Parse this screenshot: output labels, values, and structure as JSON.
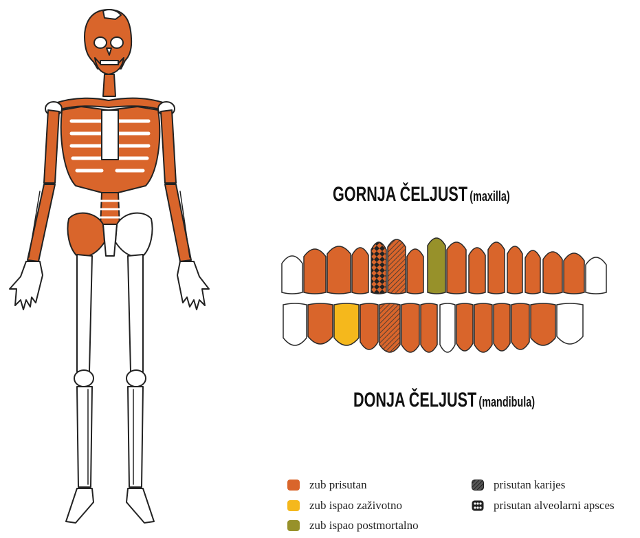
{
  "upper_jaw": {
    "title": "GORNJA ČELJUST",
    "subtitle": "(maxilla)"
  },
  "lower_jaw": {
    "title": "DONJA ČELJUST",
    "subtitle": "(mandibula)"
  },
  "colors": {
    "present": "#d9652b",
    "lost_antemortem": "#f5b81c",
    "lost_postmortem": "#97912a",
    "absent": "#ffffff",
    "outline": "#2a2a2a"
  },
  "teeth": {
    "upper": [
      "absent",
      "present",
      "present",
      "present",
      "abscess",
      "caries",
      "present",
      "postmortem",
      "present",
      "present",
      "present",
      "present",
      "present",
      "present",
      "present",
      "absent"
    ],
    "lower": [
      "absent",
      "present",
      "antemortem",
      "present",
      "caries",
      "present",
      "present",
      "absent",
      "present",
      "present",
      "present",
      "present",
      "present",
      "absent"
    ]
  },
  "legend": [
    {
      "label": "zub prisutan",
      "swatch": "present"
    },
    {
      "label": "zub ispao zaživotno",
      "swatch": "antemortem"
    },
    {
      "label": "zub ispao postmortalno",
      "swatch": "postmortem"
    },
    {
      "label": "prisutan karijes",
      "swatch": "caries"
    },
    {
      "label": "prisutan alveolarni apsces",
      "swatch": "abscess"
    }
  ]
}
